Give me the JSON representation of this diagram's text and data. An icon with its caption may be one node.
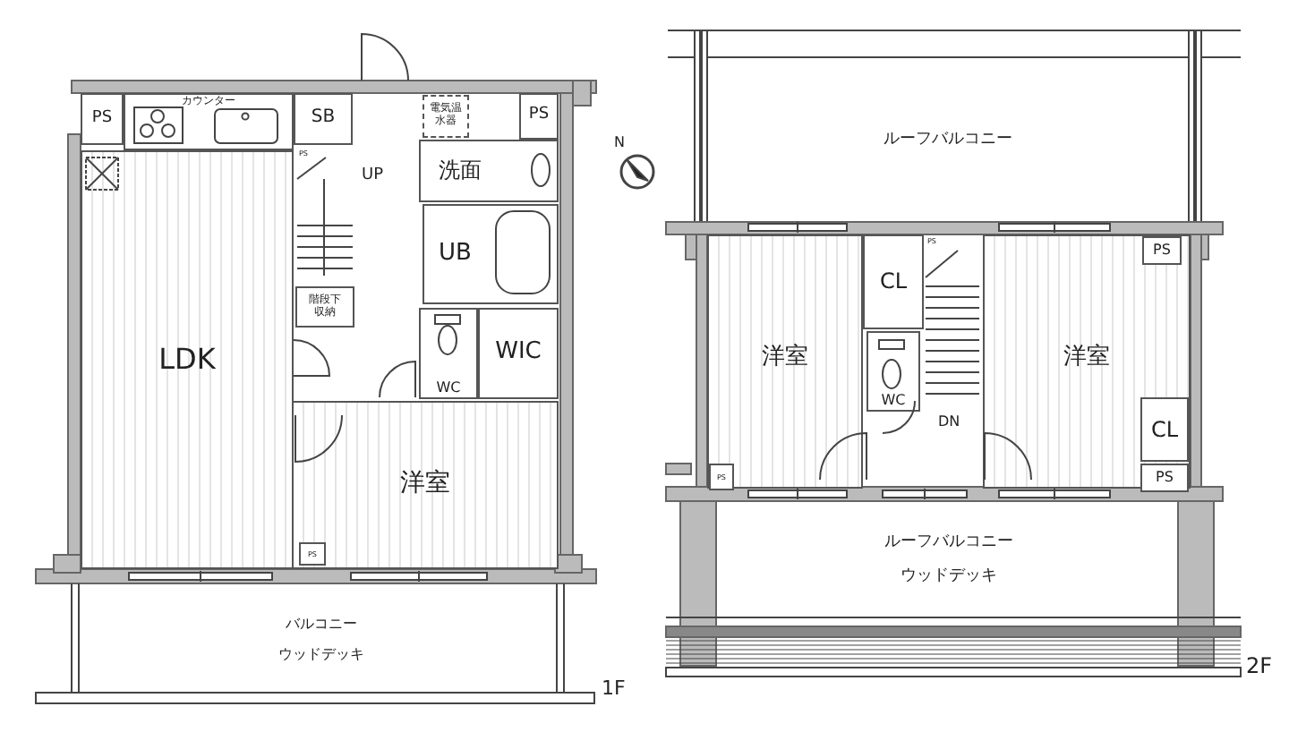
{
  "diagram": {
    "nodes": [
      {
        "text": [
          "PS"
        ]
      },
      {
        "text": [
          "カウンター"
        ]
      },
      {
        "text": [
          "SB"
        ]
      },
      {
        "text": [
          "電気温水器"
        ]
      },
      {
        "text": [
          "PS"
        ]
      },
      {
        "text": [
          "洗面"
        ]
      },
      {
        "text": [
          "UB"
        ]
      },
      {
        "text": [
          "階段下収納"
        ]
      },
      {
        "text": [
          "LDK"
        ]
      },
      {
        "text": [
          "WC"
        ]
      },
      {
        "text": [
          "WIC"
        ]
      },
      {
        "text": [
          "洋室"
        ]
      },
      {
        "text": [
          "PS"
        ],
        "in": 11
      },
      {
        "text": [
          "バルコニー",
          "ウッドデッキ"
        ]
      },
      {
        "text": [
          "ルーフバルコニー"
        ]
      },
      {
        "text": [
          "洋室"
        ]
      },
      {
        "text": [
          "CL"
        ]
      },
      {
        "text": [
          "WC"
        ]
      },
      {
        "text": [
          "洋室"
        ]
      },
      {
        "text": [
          "PS"
        ],
        "in": 18
      },
      {
        "text": [
          "CL"
        ],
        "in": 18
      },
      {
        "text": [
          "PS"
        ],
        "in": 18
      },
      {
        "text": [
          "PS"
        ],
        "in": 15
      },
      {
        "text": [
          "ルーフバルコニー",
          "ウッドデッキ"
        ]
      }
    ],
    "labels": [
      "UP",
      "PS",
      "N",
      "PS",
      "DN",
      "1F",
      "2F"
    ]
  }
}
